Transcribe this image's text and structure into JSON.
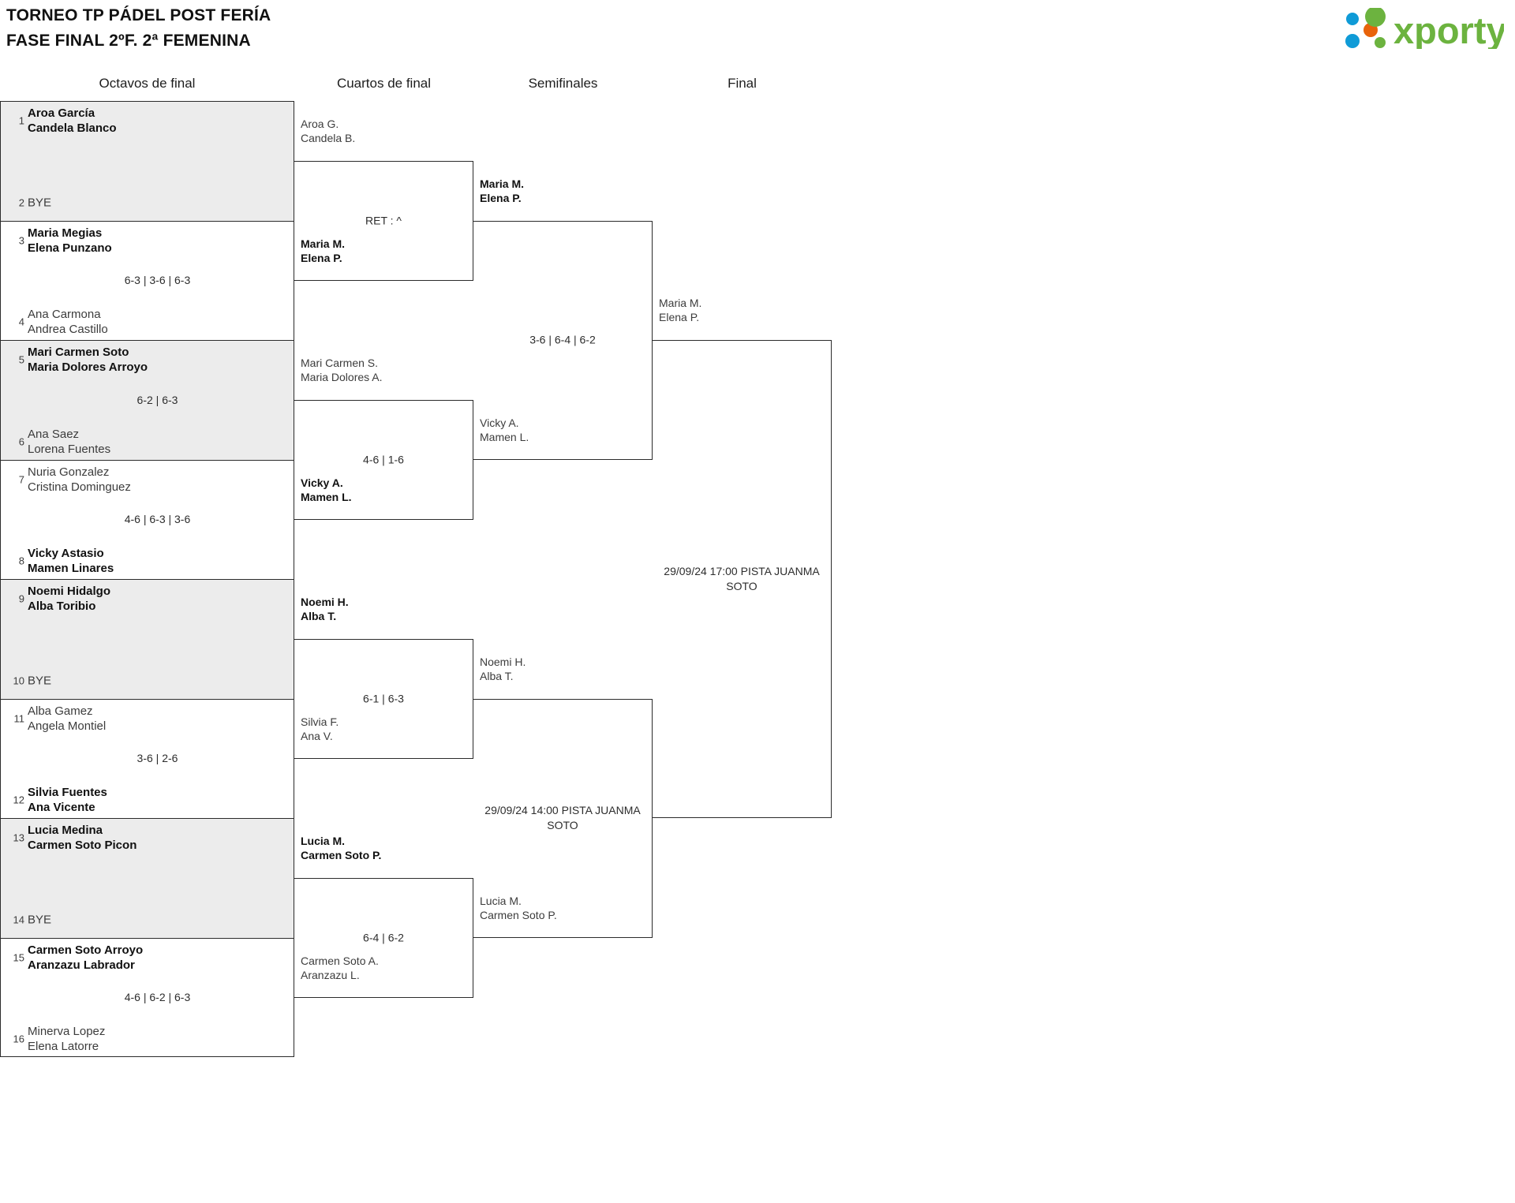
{
  "header": {
    "title_line1": "TORNEO TP PÁDEL POST FERÍA",
    "title_line2": "FASE FINAL 2ºF. 2ª FEMENINA",
    "logo_text": "xporty",
    "logo_colors": {
      "green": "#6cb33f",
      "blue": "#0f9bd7",
      "orange": "#e8630a"
    }
  },
  "rounds": [
    {
      "label": "Octavos de final"
    },
    {
      "label": "Cuartos de final"
    },
    {
      "label": "Semifinales"
    },
    {
      "label": "Final"
    }
  ],
  "round1": {
    "matches": [
      {
        "shade": true,
        "top": {
          "seed": "1",
          "line1": "Aroa García",
          "line2": "Candela Blanco",
          "winner": true
        },
        "bottom": {
          "seed": "2",
          "line1": "BYE",
          "line2": "",
          "winner": false,
          "bye": true
        },
        "score": ""
      },
      {
        "shade": false,
        "top": {
          "seed": "3",
          "line1": "Maria Megias",
          "line2": "Elena Punzano",
          "winner": true
        },
        "bottom": {
          "seed": "4",
          "line1": "Ana Carmona",
          "line2": "Andrea Castillo",
          "winner": false
        },
        "score": "6-3 | 3-6 | 6-3"
      },
      {
        "shade": true,
        "top": {
          "seed": "5",
          "line1": "Mari Carmen Soto",
          "line2": "Maria Dolores Arroyo",
          "winner": true
        },
        "bottom": {
          "seed": "6",
          "line1": "Ana Saez",
          "line2": "Lorena Fuentes",
          "winner": false
        },
        "score": "6-2 | 6-3"
      },
      {
        "shade": false,
        "top": {
          "seed": "7",
          "line1": "Nuria Gonzalez",
          "line2": "Cristina Dominguez",
          "winner": false
        },
        "bottom": {
          "seed": "8",
          "line1": "Vicky Astasio",
          "line2": "Mamen Linares",
          "winner": true
        },
        "score": "4-6 | 6-3 | 3-6"
      },
      {
        "shade": true,
        "top": {
          "seed": "9",
          "line1": "Noemi Hidalgo",
          "line2": "Alba Toribio",
          "winner": true
        },
        "bottom": {
          "seed": "10",
          "line1": "BYE",
          "line2": "",
          "winner": false,
          "bye": true
        },
        "score": ""
      },
      {
        "shade": false,
        "top": {
          "seed": "11",
          "line1": "Alba Gamez",
          "line2": "Angela Montiel",
          "winner": false
        },
        "bottom": {
          "seed": "12",
          "line1": "Silvia Fuentes",
          "line2": "Ana Vicente",
          "winner": true
        },
        "score": "3-6 | 2-6"
      },
      {
        "shade": true,
        "top": {
          "seed": "13",
          "line1": "Lucia Medina",
          "line2": "Carmen Soto Picon",
          "winner": true
        },
        "bottom": {
          "seed": "14",
          "line1": "BYE",
          "line2": "",
          "winner": false,
          "bye": true
        },
        "score": ""
      },
      {
        "shade": false,
        "top": {
          "seed": "15",
          "line1": "Carmen Soto Arroyo",
          "line2": "Aranzazu Labrador",
          "winner": true
        },
        "bottom": {
          "seed": "16",
          "line1": "Minerva Lopez",
          "line2": "Elena Latorre",
          "winner": false
        },
        "score": "4-6 | 6-2 | 6-3"
      }
    ]
  },
  "round2": {
    "matches": [
      {
        "top": {
          "line1": "Aroa G.",
          "line2": "Candela B.",
          "winner": false
        },
        "bottom": {
          "line1": "Maria M.",
          "line2": "Elena P.",
          "winner": true
        },
        "score": "RET : ^"
      },
      {
        "top": {
          "line1": "Mari Carmen S.",
          "line2": "Maria Dolores A.",
          "winner": false
        },
        "bottom": {
          "line1": "Vicky A.",
          "line2": "Mamen L.",
          "winner": true
        },
        "score": "4-6 | 1-6"
      },
      {
        "top": {
          "line1": "Noemi H.",
          "line2": "Alba T.",
          "winner": true
        },
        "bottom": {
          "line1": "Silvia F.",
          "line2": "Ana V.",
          "winner": false
        },
        "score": "6-1 | 6-3"
      },
      {
        "top": {
          "line1": "Lucia M.",
          "line2": "Carmen Soto P.",
          "winner": true
        },
        "bottom": {
          "line1": "Carmen Soto A.",
          "line2": "Aranzazu L.",
          "winner": false
        },
        "score": "6-4 | 6-2"
      }
    ]
  },
  "round3": {
    "matches": [
      {
        "top": {
          "line1": "Maria M.",
          "line2": "Elena P.",
          "winner": true
        },
        "bottom": {
          "line1": "Vicky A.",
          "line2": "Mamen L.",
          "winner": false
        },
        "score": "3-6 | 6-4 | 6-2"
      },
      {
        "top": {
          "line1": "Noemi H.",
          "line2": "Alba T.",
          "winner": false
        },
        "bottom": {
          "line1": "Lucia M.",
          "line2": "Carmen Soto P.",
          "winner": false
        },
        "score": "29/09/24 14:00 PISTA JUANMA SOTO"
      }
    ]
  },
  "round4": {
    "matches": [
      {
        "top": {
          "line1": "Maria M.",
          "line2": "Elena P.",
          "winner": false
        },
        "bottom": {
          "line1": "",
          "line2": "",
          "winner": false
        },
        "score": "29/09/24 17:00 PISTA JUANMA SOTO"
      }
    ]
  }
}
